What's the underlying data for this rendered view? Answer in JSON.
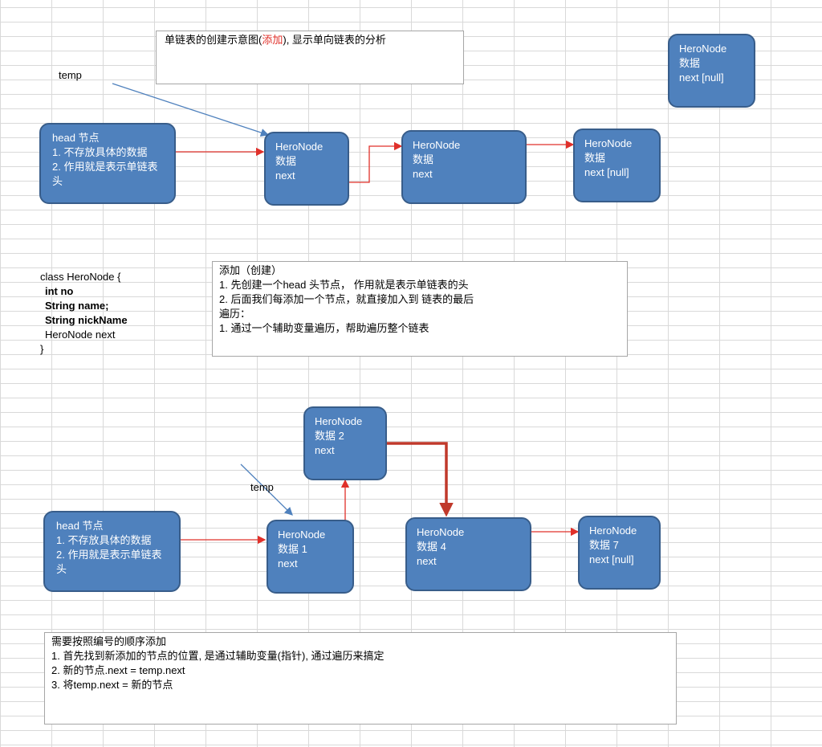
{
  "top_note": {
    "prefix": "单链表的创建示意图(",
    "highlight": "添加",
    "suffix": "), 显示单向链表的分析"
  },
  "temp_label_top": "temp",
  "temp_label_bottom": "temp",
  "floating_node": {
    "title": "HeroNode",
    "data": "数据",
    "next": "next [null]"
  },
  "top_list": {
    "head": {
      "title": "head 节点",
      "line1": "1. 不存放具体的数据",
      "line2": "2. 作用就是表示单链表",
      "line3": "头"
    },
    "node1": {
      "title": "HeroNode",
      "data": "数据",
      "next": "next"
    },
    "node2": {
      "title": "HeroNode",
      "data": "数据",
      "next": "next"
    },
    "node3": {
      "title": "HeroNode",
      "data": "数据",
      "next": "next [null]"
    }
  },
  "code": {
    "line1": "class HeroNode {",
    "line2": "int no",
    "line3": "String name;",
    "line4": "String nickName",
    "line5": "HeroNode next",
    "line6": "}"
  },
  "add_note": {
    "line1": "添加（创建）",
    "line2": "1. 先创建一个head 头节点， 作用就是表示单链表的头",
    "line3": "2. 后面我们每添加一个节点，就直接加入到 链表的最后",
    "line4": "遍历：",
    "line5": "1.  通过一个辅助变量遍历，帮助遍历整个链表"
  },
  "bottom_list": {
    "head": {
      "title": "head 节点",
      "line1": "1. 不存放具体的数据",
      "line2": "2. 作用就是表示单链表",
      "line3": "头"
    },
    "node1": {
      "title": "HeroNode",
      "data": "数据 1",
      "next": "next"
    },
    "node2": {
      "title": "HeroNode",
      "data": "数据 2",
      "next": "next"
    },
    "node4": {
      "title": "HeroNode",
      "data": "数据 4",
      "next": "next"
    },
    "node7": {
      "title": "HeroNode",
      "data": "数据 7",
      "next": "next [null]"
    }
  },
  "order_note": {
    "line1": "需要按照编号的顺序添加",
    "line2": "1. 首先找到新添加的节点的位置, 是通过辅助变量(指针), 通过遍历来搞定",
    "line3": "2. 新的节点.next = temp.next",
    "line4": "3. 将temp.next = 新的节点"
  },
  "colors": {
    "node_fill": "#4f81bd",
    "node_border": "#385d8a",
    "arrow_red": "#e0302a",
    "arrow_blue": "#4f81bd"
  }
}
